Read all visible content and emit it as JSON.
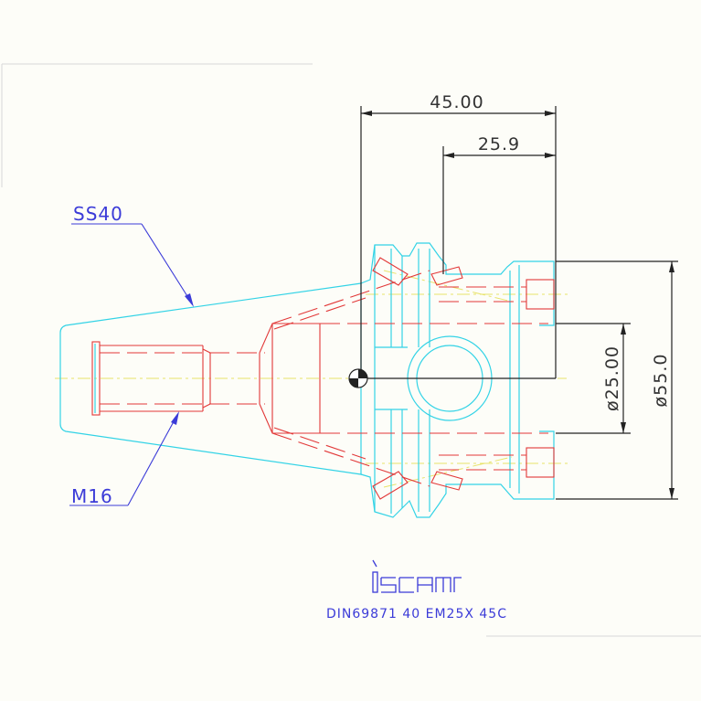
{
  "dimensions": {
    "width_total": "45.00",
    "width_partial": "25.9",
    "diameter_small": "ø25.00",
    "diameter_large": "ø55.0"
  },
  "callouts": {
    "taper": "SS40",
    "thread": "M16"
  },
  "caption": {
    "logo": "iscar",
    "designation": "DIN69871 40 EM25X 45C"
  },
  "colors": {
    "body_outline": "#33d3e6",
    "hidden_lines": "#e23838",
    "center_lines": "#e8e36a",
    "dimensions": "#222222",
    "annotations": "#3b3bd8"
  }
}
